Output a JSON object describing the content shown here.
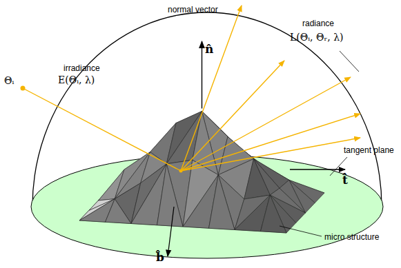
{
  "diagram": {
    "labels": [
      "normal vector",
      "n̂",
      "irradiance",
      "E(Θᵢ, λ)",
      "Θᵢ",
      "radiance",
      "L(Θᵢ, Θᵣ, λ)",
      "tangent plane",
      "t̂",
      "b̂",
      "micro structure"
    ]
  }
}
